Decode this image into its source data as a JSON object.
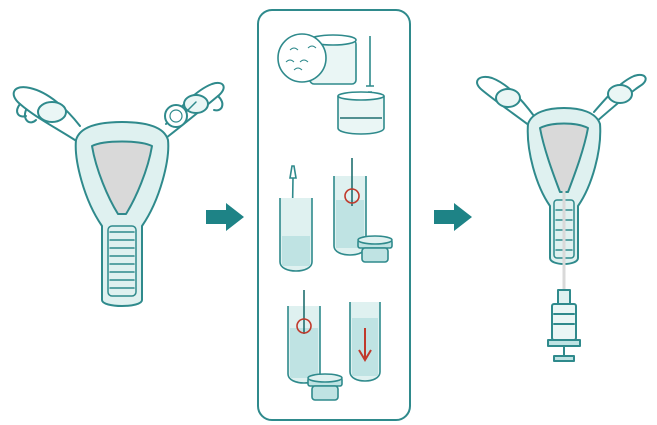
{
  "figure": {
    "panels": [
      {
        "id": "panel-left",
        "icon": "uterus-with-ovum-icon"
      },
      {
        "id": "panel-middle",
        "icon": "lab-procedure-steps-icon"
      },
      {
        "id": "panel-right",
        "icon": "uterus-with-catheter-icon"
      }
    ],
    "arrows": [
      "arrow-right-icon",
      "arrow-right-icon"
    ],
    "colors": {
      "teal_stroke": "#2f8a8c",
      "teal_fill": "#dff1f0",
      "teal_dark": "#1f6f70",
      "liquid": "#bfe3e3",
      "arrow": "#1e8386",
      "highlight_red": "#c0392b",
      "sample_light": "#d9d9d9"
    }
  }
}
